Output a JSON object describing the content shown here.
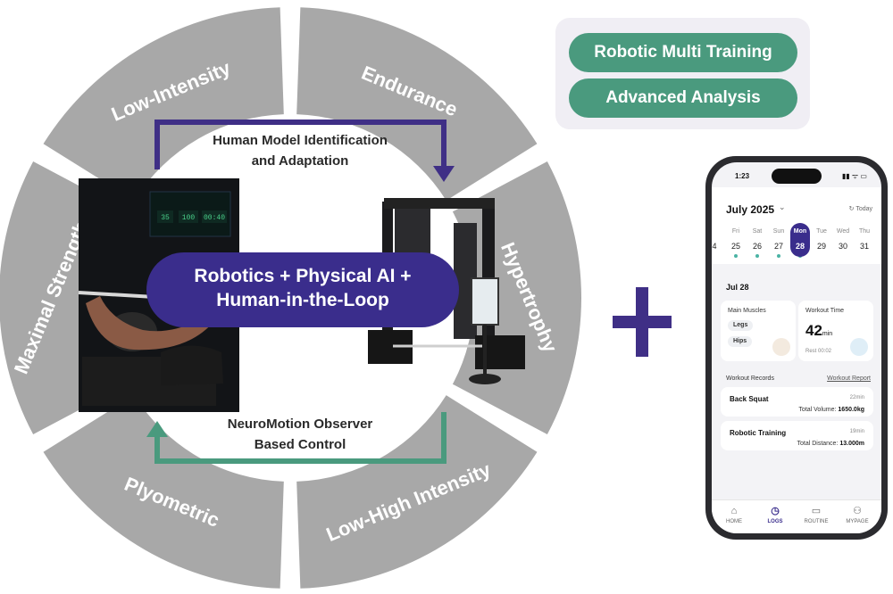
{
  "wheel": {
    "segments": [
      {
        "label": "Endurance",
        "rotate": 22.5
      },
      {
        "label": "Hypertrophy",
        "rotate": 67.5
      },
      {
        "label": "Low-High Intensity",
        "rotate": -22.5
      },
      {
        "label": "Plyometric",
        "rotate": 22.5
      },
      {
        "label": "Maximal Strength",
        "rotate": -67.5
      },
      {
        "label": "Low-Intensity",
        "rotate": -22.5
      }
    ],
    "segment_color": "#a8a8a8"
  },
  "loop": {
    "top_line1": "Human Model Identification",
    "top_line2": "and Adaptation",
    "bottom_line1": "NeuroMotion Observer",
    "bottom_line2": "Based Control",
    "top_arrow_color": "#3f2f86",
    "bottom_arrow_color": "#4a9a7e"
  },
  "center_pill": {
    "line1": "Robotics + Physical AI +",
    "line2": "Human-in-the-Loop",
    "color": "#3a2d8c"
  },
  "photo": {
    "scoreboard": [
      "35",
      "100",
      "00:40"
    ]
  },
  "features": [
    "Robotic Multi Training",
    "Advanced Analysis"
  ],
  "phone": {
    "time": "1:23",
    "month": "July 2025",
    "today_label": "Today",
    "days": [
      {
        "name": "",
        "date": "4",
        "dot": false
      },
      {
        "name": "Fri",
        "date": "25",
        "dot": true
      },
      {
        "name": "Sat",
        "date": "26",
        "dot": true
      },
      {
        "name": "Sun",
        "date": "27",
        "dot": true
      },
      {
        "name": "Mon",
        "date": "28",
        "dot": true,
        "selected": true
      },
      {
        "name": "Tue",
        "date": "29",
        "dot": false
      },
      {
        "name": "Wed",
        "date": "30",
        "dot": false
      },
      {
        "name": "Thu",
        "date": "31",
        "dot": false
      }
    ],
    "date_label": "Jul 28",
    "main_muscles": {
      "title": "Main Muscles",
      "items": [
        "Legs",
        "Hips"
      ]
    },
    "workout_time": {
      "title": "Workout Time",
      "value": "42",
      "unit": "min",
      "rest": "Rest 00:02"
    },
    "records_title": "Workout Records",
    "records_link": "Workout Report",
    "records": [
      {
        "name": "Back Squat",
        "min": "22min",
        "stat_label": "Total Volume:",
        "stat_value": "1650.0kg"
      },
      {
        "name": "Robotic Training",
        "min": "19min",
        "stat_label": "Total Distance:",
        "stat_value": "13.000m"
      }
    ],
    "tabs": [
      {
        "label": "HOME",
        "icon": "home-icon",
        "glyph": "⌂"
      },
      {
        "label": "LOGS",
        "icon": "stopwatch-icon",
        "glyph": "◷",
        "active": true
      },
      {
        "label": "ROUTINE",
        "icon": "routine-icon",
        "glyph": "▭"
      },
      {
        "label": "MYPAGE",
        "icon": "person-icon",
        "glyph": "⚇"
      }
    ]
  }
}
